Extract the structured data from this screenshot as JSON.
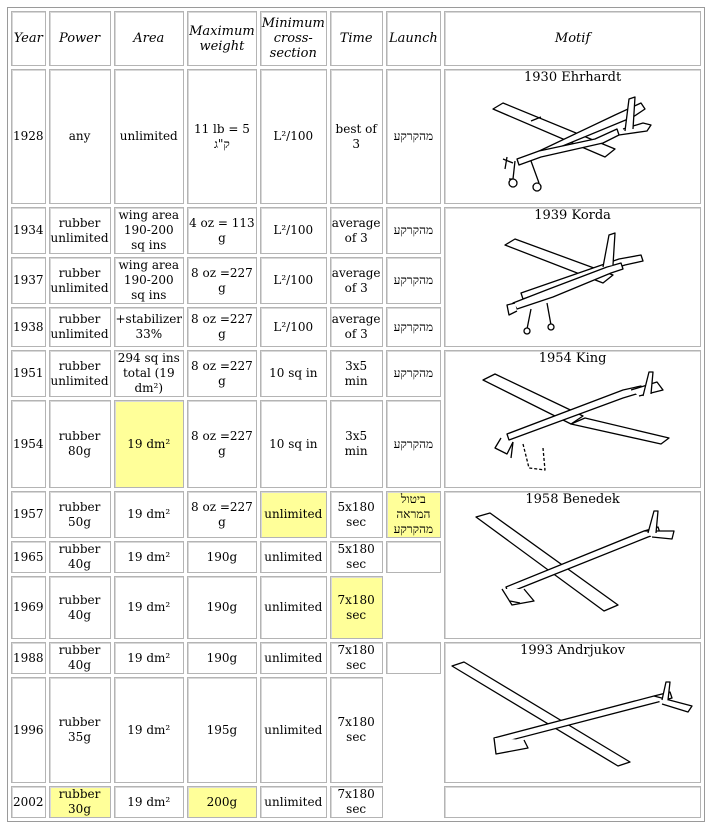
{
  "headers": {
    "year": "Year",
    "power": "Power",
    "area": "Area",
    "weight": "Maximum weight",
    "cross": "Minimum cross-section",
    "time": "Time",
    "launch": "Launch",
    "motif": "Motif"
  },
  "rows": [
    {
      "year": "1928",
      "power": "any",
      "area": "unlimited",
      "weight": "11 lb = 5 ק\"ג",
      "cross": "L²/100",
      "time": "best of 3",
      "launch": "מהקרקע"
    },
    {
      "year": "1934",
      "power": "rubber unlimited",
      "area": "wing area 190-200 sq ins",
      "weight": "4 oz = 113 g",
      "cross": "L²/100",
      "time": "average of 3",
      "launch": "מהקרקע"
    },
    {
      "year": "1937",
      "power": "rubber unlimited",
      "area": "wing area 190-200 sq ins",
      "weight": "8 oz =227 g",
      "cross": "L²/100",
      "time": "average of 3",
      "launch": "מהקרקע"
    },
    {
      "year": "1938",
      "power": "rubber unlimited",
      "area": "+stabilizer 33%",
      "weight": "8 oz =227 g",
      "cross": "L²/100",
      "time": "average of 3",
      "launch": "מהקרקע"
    },
    {
      "year": "1951",
      "power": "rubber unlimited",
      "area": "294 sq ins total (19 dm²)",
      "weight": "8 oz =227 g",
      "cross": "10 sq in",
      "time": "3x5 min",
      "launch": "מהקרקע"
    },
    {
      "year": "1954",
      "power": "rubber 80g",
      "area": "19 dm²",
      "weight": "8 oz =227 g",
      "cross": "10 sq in",
      "time": "3x5 min",
      "launch": "מהקרקע"
    },
    {
      "year": "1957",
      "power": "rubber 50g",
      "area": "19 dm²",
      "weight": "8 oz =227 g",
      "cross": "unlimited",
      "time": "5x180 sec",
      "launch": "ביטול המראה מהקרקע"
    },
    {
      "year": "1965",
      "power": "rubber 40g",
      "area": "19 dm²",
      "weight": "190g",
      "cross": "unlimited",
      "time": "5x180 sec",
      "launch": ""
    },
    {
      "year": "1969",
      "power": "rubber 40g",
      "area": "19 dm²",
      "weight": "190g",
      "cross": "unlimited",
      "time": "7x180 sec",
      "launch": ""
    },
    {
      "year": "1988",
      "power": "rubber 40g",
      "area": "19 dm²",
      "weight": "190g",
      "cross": "unlimited",
      "time": "7x180 sec",
      "launch": ""
    },
    {
      "year": "1996",
      "power": "rubber 35g",
      "area": "19 dm²",
      "weight": "195g",
      "cross": "unlimited",
      "time": "7x180 sec"
    },
    {
      "year": "2002",
      "power": "rubber 30g",
      "area": "19 dm²",
      "weight": "200g",
      "cross": "unlimited",
      "time": "7x180 sec"
    }
  ],
  "motifs": [
    {
      "caption": "1930 Ehrhardt",
      "icon": "ehrhardt-airplane-drawing"
    },
    {
      "caption": "1939 Korda",
      "icon": "korda-airplane-drawing"
    },
    {
      "caption": "1954 King",
      "icon": "king-airplane-drawing"
    },
    {
      "caption": "1958 Benedek",
      "icon": "benedek-airplane-drawing"
    },
    {
      "caption": "1993 Andrjukov",
      "icon": "andrjukov-airplane-drawing"
    }
  ],
  "colors": {
    "highlight": "#ffff99",
    "border": "#b4b4b4"
  }
}
